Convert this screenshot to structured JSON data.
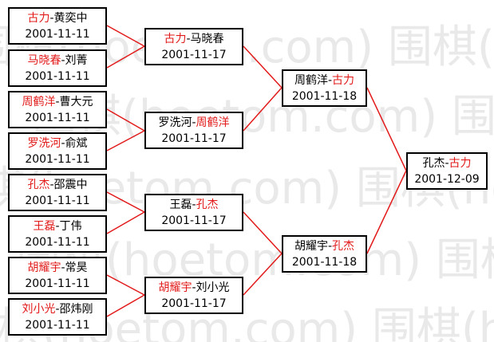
{
  "watermark": {
    "text": "围棋(hoetom.com)",
    "color": "#e9e9e9"
  },
  "colors": {
    "winner": "#e21a1a",
    "line": "#e21a1a",
    "border": "#000000"
  },
  "round1": [
    {
      "p1": "古力",
      "sep": "-",
      "p2": "黄奕中",
      "winner": 1,
      "date": "2001-11-11"
    },
    {
      "p1": "马晓春",
      "sep": "-",
      "p2": "刘菁",
      "winner": 1,
      "date": "2001-11-11"
    },
    {
      "p1": "周鹤洋",
      "sep": "-",
      "p2": "曹大元",
      "winner": 1,
      "date": "2001-11-11"
    },
    {
      "p1": "罗洗河",
      "sep": "-",
      "p2": "俞斌",
      "winner": 1,
      "date": "2001-11-11"
    },
    {
      "p1": "孔杰",
      "sep": "-",
      "p2": "邵震中",
      "winner": 1,
      "date": "2001-11-11"
    },
    {
      "p1": "王磊",
      "sep": "-",
      "p2": "丁伟",
      "winner": 1,
      "date": "2001-11-11"
    },
    {
      "p1": "胡耀宇",
      "sep": "-",
      "p2": "常昊",
      "winner": 1,
      "date": "2001-11-11"
    },
    {
      "p1": "刘小光",
      "sep": "-",
      "p2": "邵炜刚",
      "winner": 1,
      "date": "2001-11-11"
    }
  ],
  "round2": [
    {
      "p1": "古力",
      "sep": "-",
      "p2": "马晓春",
      "winner": 1,
      "date": "2001-11-17"
    },
    {
      "p1": "罗洗河",
      "sep": "-",
      "p2": "周鹤洋",
      "winner": 2,
      "date": "2001-11-17"
    },
    {
      "p1": "王磊",
      "sep": "-",
      "p2": "孔杰",
      "winner": 2,
      "date": "2001-11-17"
    },
    {
      "p1": "胡耀宇",
      "sep": "-",
      "p2": "刘小光",
      "winner": 1,
      "date": "2001-11-17"
    }
  ],
  "semifinals": [
    {
      "p1": "周鹤洋",
      "sep": "-",
      "p2": "古力",
      "winner": 2,
      "date": "2001-11-18"
    },
    {
      "p1": "胡耀宇",
      "sep": "-",
      "p2": "孔杰",
      "winner": 2,
      "date": "2001-11-18"
    }
  ],
  "final": {
    "p1": "孔杰",
    "sep": "-",
    "p2": "古力",
    "winner": 2,
    "date": "2001-12-09"
  }
}
